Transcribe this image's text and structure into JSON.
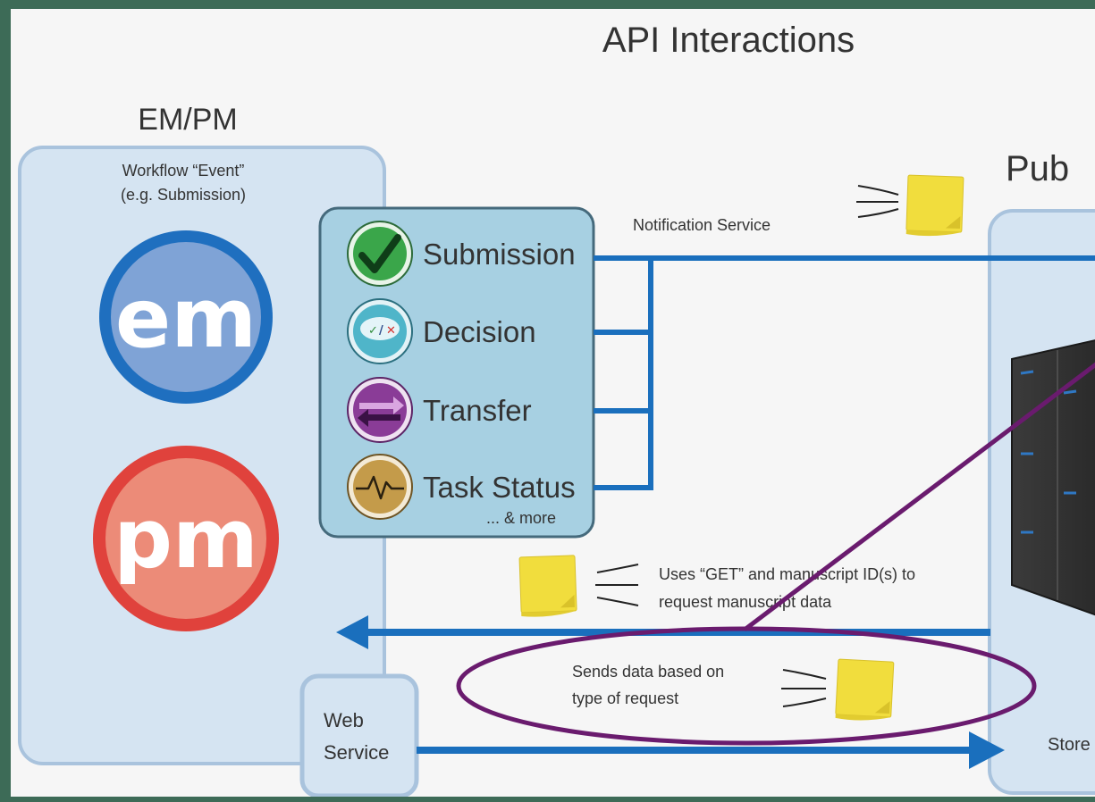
{
  "title": "API Interactions",
  "emPm": {
    "heading": "EM/PM",
    "eventLabelLine1": "Workflow “Event”",
    "eventLabelLine2": "(e.g. Submission)",
    "emLogo": "em",
    "pmLogo": "pm",
    "emColor": "#1f6fbf",
    "pmColor": "#e0423c"
  },
  "events": {
    "items": [
      {
        "label": "Submission",
        "icon": "checkmark-icon",
        "color": "#3aa64a"
      },
      {
        "label": "Decision",
        "icon": "decision-cloud-icon",
        "color": "#4fb5c9"
      },
      {
        "label": "Transfer",
        "icon": "transfer-arrows-icon",
        "color": "#8a3c97"
      },
      {
        "label": "Task Status",
        "icon": "pulse-icon",
        "color": "#c49b4a"
      }
    ],
    "more": "... & more"
  },
  "notificationService": "Notification Service",
  "getRequestLine1": "Uses “GET” and manuscript ID(s) to",
  "getRequestLine2": "request manuscript data",
  "sendsDataLine1": "Sends data based on",
  "sendsDataLine2": "type of request",
  "webServiceLine1": "Web",
  "webServiceLine2": "Service",
  "publisher": {
    "headingFragment": "Pub",
    "storeFragment": "Store"
  },
  "colors": {
    "arrow": "#1a6fbd",
    "highlight": "#6a1b6e",
    "panel": "#d5e4f2",
    "eventsPanel": "#a7d0e2",
    "sticky": "#f1dd3d"
  }
}
